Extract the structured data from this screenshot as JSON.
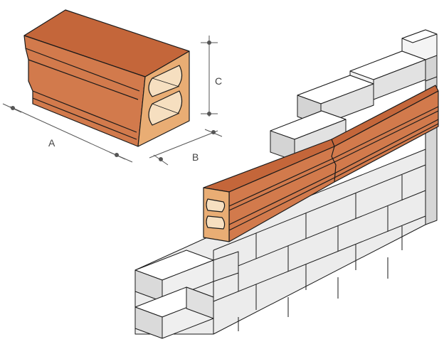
{
  "labels": {
    "dim_a": "A",
    "dim_b": "B",
    "dim_c": "C"
  },
  "colors": {
    "terracotta_top": "#c4663a",
    "terracotta_side": "#d27a4c",
    "terracotta_face": "#e9ad74",
    "terracotta_hole": "#f6dfc0",
    "brick_top": "#ffffff",
    "brick_front": "#f1f1f1",
    "brick_side": "#d8d8d8",
    "line": "#1a1a1a",
    "dim_line": "#555555"
  }
}
